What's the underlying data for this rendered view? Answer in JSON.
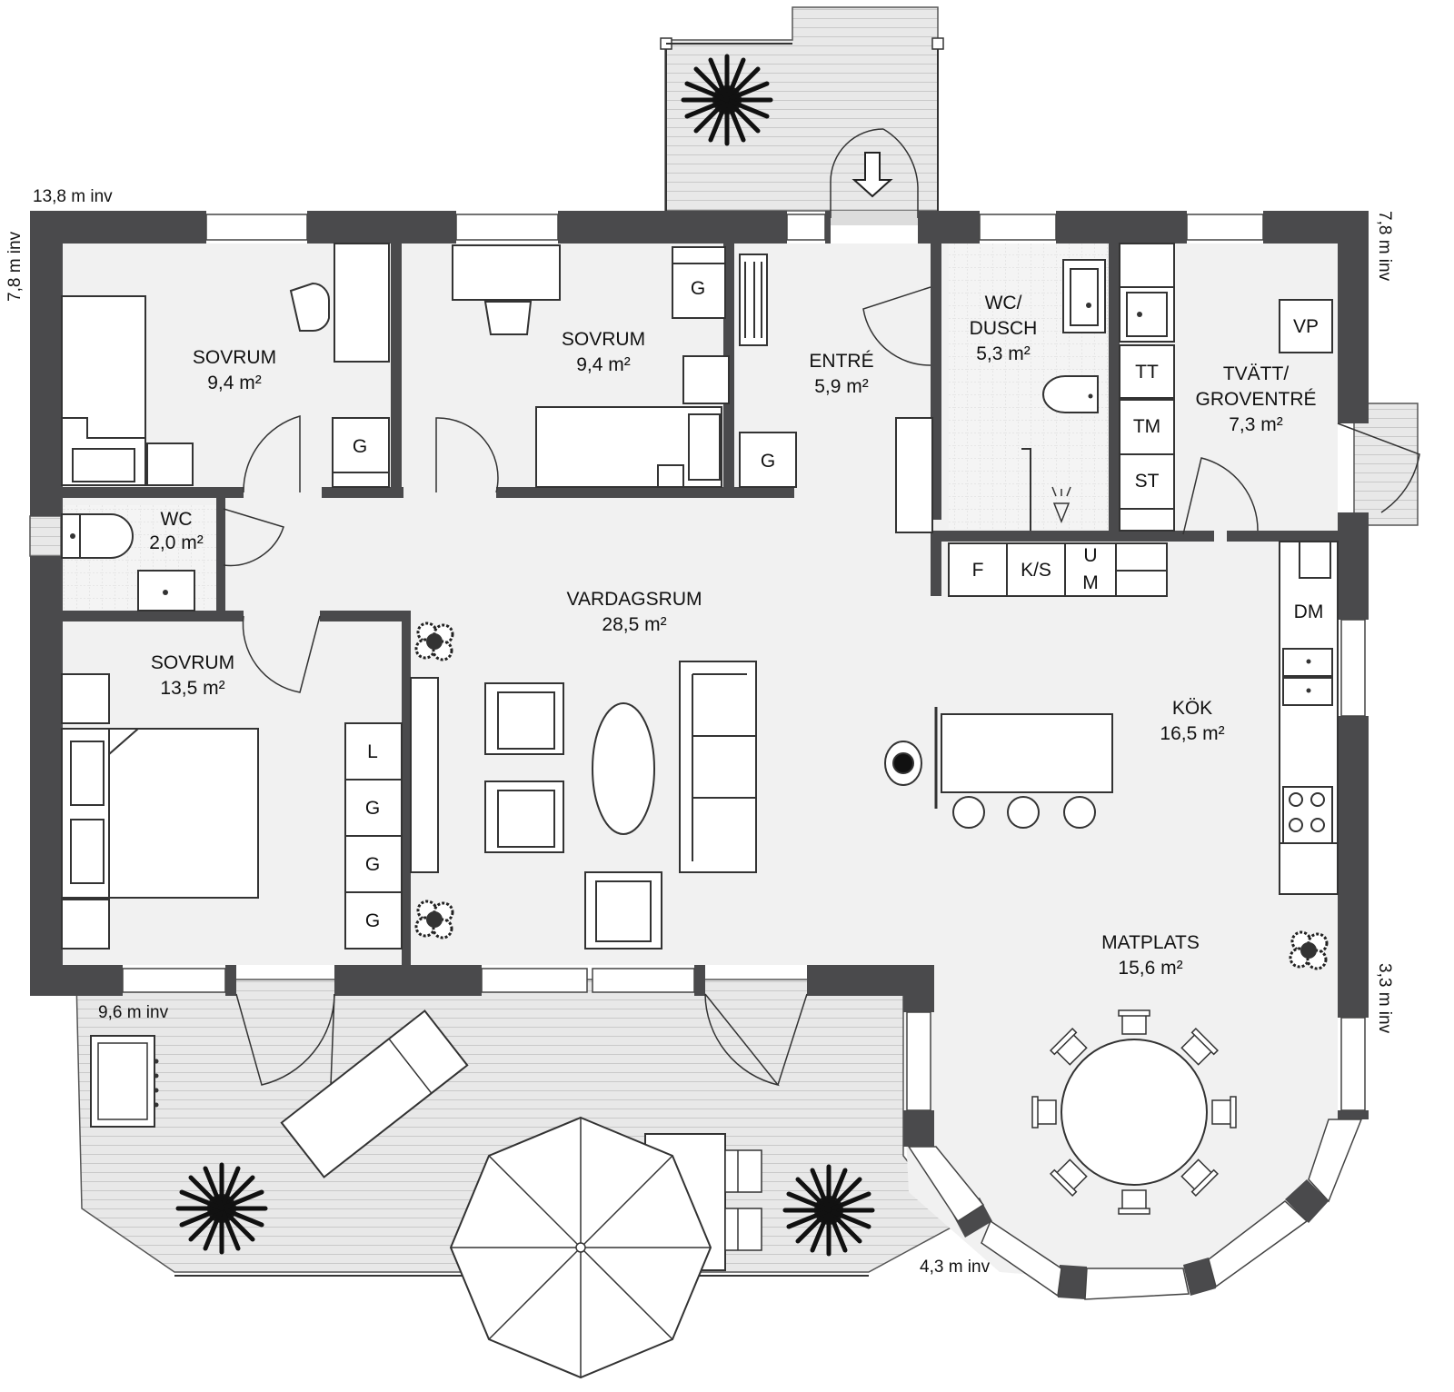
{
  "dimensions": {
    "top": "13,8 m inv",
    "left": "7,8 m inv",
    "right_top": "7,8 m inv",
    "right_bottom": "3,3 m inv",
    "deck": "9,6 m inv",
    "bay": "4,3 m inv"
  },
  "rooms": {
    "sovrum_west": {
      "name": "SOVRUM",
      "area": "9,4 m²"
    },
    "sovrum_mid": {
      "name": "SOVRUM",
      "area": "9,4 m²"
    },
    "entre": {
      "name": "ENTRÉ",
      "area": "5,9 m²"
    },
    "wc_dusch": {
      "line1": "WC/",
      "line2": "DUSCH",
      "area": "5,3 m²"
    },
    "tvatt": {
      "line1": "TVÄTT/",
      "line2": "GROVENTRÉ",
      "area": "7,3 m²"
    },
    "wc": {
      "name": "WC",
      "area": "2,0 m²"
    },
    "vardagsrum": {
      "name": "VARDAGSRUM",
      "area": "28,5 m²"
    },
    "sovrum_large": {
      "name": "SOVRUM",
      "area": "13,5 m²"
    },
    "kok": {
      "name": "KÖK",
      "area": "16,5 m²"
    },
    "matplats": {
      "name": "MATPLATS",
      "area": "15,6 m²"
    }
  },
  "fixtures": {
    "wardrobe_g": "G",
    "wardrobe_l": "L",
    "tt": "TT",
    "tm": "TM",
    "st": "ST",
    "vp": "VP",
    "f": "F",
    "ks": "K/S",
    "u": "U",
    "m": "M",
    "dm": "DM"
  },
  "colors": {
    "wall": "#4a4a4c",
    "floor": "#f2f2f2",
    "deck": "#e6e6e6",
    "furniture": "#ffffff",
    "line": "#333333"
  }
}
